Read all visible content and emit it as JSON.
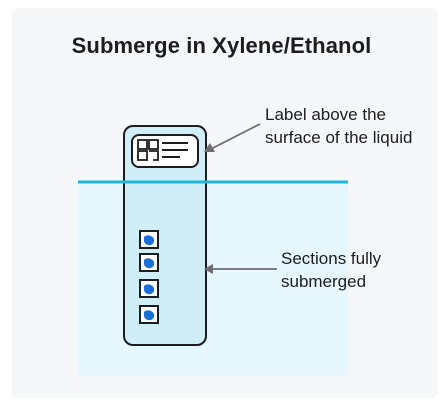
{
  "title": "Submerge in Xylene/Ethanol",
  "annotations": {
    "label_above": "Label above the surface of the liquid",
    "sections_submerged": "Sections fully submerged"
  },
  "colors": {
    "liquid_fill": "#e6f8fd",
    "liquid_line": "#1fb6dd",
    "slide_fill": "#cfeef7",
    "outline": "#1d1d1f",
    "tissue": "#1a6fd6",
    "arrow": "#6d6d72"
  }
}
